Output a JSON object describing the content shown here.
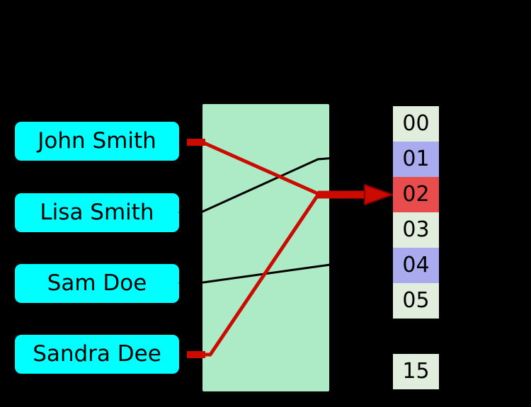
{
  "keys": [
    {
      "label": "John Smith",
      "target_bucket": "02",
      "connector_color": "red"
    },
    {
      "label": "Lisa Smith",
      "target_bucket": "01",
      "connector_color": "black"
    },
    {
      "label": "Sam Doe",
      "target_bucket": "04",
      "connector_color": "black"
    },
    {
      "label": "Sandra Dee",
      "target_bucket": "02",
      "connector_color": "red"
    }
  ],
  "buckets": [
    {
      "label": "00",
      "fill": "#E1EEDE"
    },
    {
      "label": "01",
      "fill": "#AAAAEE"
    },
    {
      "label": "02",
      "fill": "#E84C4C"
    },
    {
      "label": "03",
      "fill": "#E1EEDE"
    },
    {
      "label": "04",
      "fill": "#AAAAEE"
    },
    {
      "label": "05",
      "fill": "#E1EEDE"
    },
    {
      "label": "15",
      "fill": "#E1EEDE"
    }
  ],
  "colors": {
    "background": "#000000",
    "key_fill": "#00FFFF",
    "key_text": "#000000",
    "hash_box_fill": "#ACEBC6",
    "bucket_text": "#000000",
    "connector_black": "#000000",
    "connector_red": "#CB0A00",
    "arrow_fill": "#CB0A00",
    "arrow_outline": "#8F0000"
  }
}
